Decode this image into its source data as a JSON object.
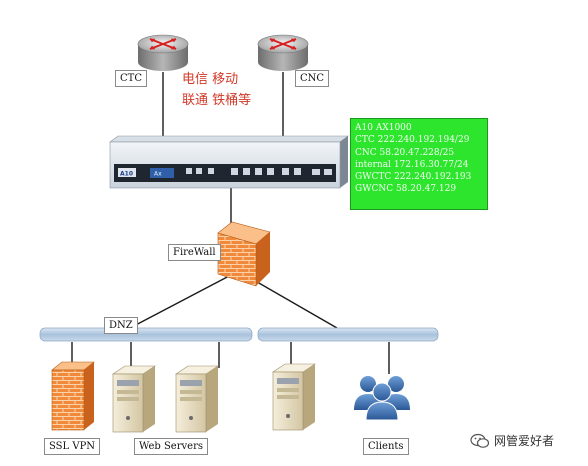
{
  "labels": {
    "ctc": "CTC",
    "cnc": "CNC",
    "firewall": "FireWall",
    "dnz": "DNZ",
    "ssl_vpn": "SSL VPN",
    "web_servers": "Web Servers",
    "clients": "Clients"
  },
  "isp_note": {
    "line1": "电信 移动",
    "line2": "联通 铁桶等"
  },
  "device": {
    "brand": "A10",
    "model_badge": "Ax"
  },
  "info_box": {
    "lines": [
      "A10 AX1000",
      "CTC 222.240.192.194/29",
      "CNC 58.20.47.228/25",
      "internal 172.16.30.77/24",
      "GWCTC 222.240.192.193",
      "GWCNC 58.20.47.129"
    ]
  },
  "watermark": "网管爱好者",
  "colors": {
    "router_body": "#a8a8a8",
    "router_arrows": "#d62020",
    "info_box_bg": "#2ee52e",
    "segment_bar": "#b9cfe6",
    "firewall_brick": "#f08a3a",
    "server_body": "#e7dcc1",
    "client_blue": "#3a6fb0"
  },
  "icons": [
    "router-icon",
    "load-balancer-icon",
    "firewall-icon",
    "server-icon",
    "users-icon",
    "wechat-icon"
  ]
}
